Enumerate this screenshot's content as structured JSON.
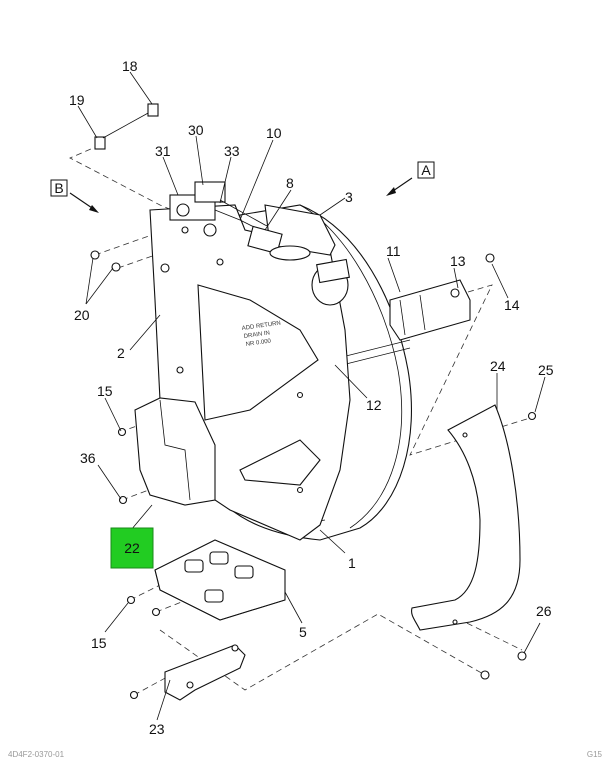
{
  "callouts": {
    "c1": "1",
    "c2": "2",
    "c3": "3",
    "c5": "5",
    "c8": "8",
    "c10": "10",
    "c11": "11",
    "c12": "12",
    "c13": "13",
    "c14": "14",
    "c15a": "15",
    "c15b": "15",
    "c18": "18",
    "c19": "19",
    "c20": "20",
    "c23": "23",
    "c24": "24",
    "c25": "25",
    "c26": "26",
    "c30": "30",
    "c31": "31",
    "c33": "33",
    "c36": "36"
  },
  "highlighted_callout": "22",
  "view_labels": {
    "a": "A",
    "b": "B"
  },
  "bracket_text": "ADD RETURN\nDRAIN IN\nNR 0.000",
  "footer_left": "4D4F2-0370-01",
  "footer_right": "G15",
  "colors": {
    "highlight": "#22cc22",
    "line": "#111111"
  }
}
